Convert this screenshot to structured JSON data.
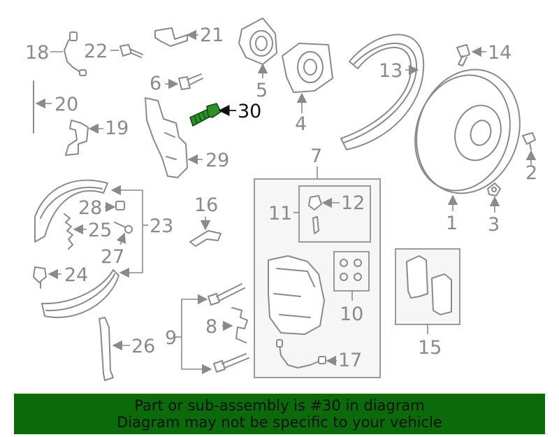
{
  "labels": {
    "p1": "1",
    "p2": "2",
    "p3": "3",
    "p4": "4",
    "p5": "5",
    "p6": "6",
    "p7": "7",
    "p8": "8",
    "p9": "9",
    "p10": "10",
    "p11": "11",
    "p12": "12",
    "p13": "13",
    "p14": "14",
    "p15": "15",
    "p16": "16",
    "p17": "17",
    "p18": "18",
    "p19": "19",
    "p20": "20",
    "p21": "21",
    "p22": "22",
    "p23": "23",
    "p24": "24",
    "p25": "25",
    "p26": "26",
    "p27": "27",
    "p28": "28",
    "p29": "29",
    "p30": "30"
  },
  "highlight_color": "#2f8f2a",
  "banner": {
    "line1": "Part or sub-assembly is #30 in diagram",
    "line2": "Diagram may not be specific to your vehicle",
    "background": "#0b6b0b"
  }
}
